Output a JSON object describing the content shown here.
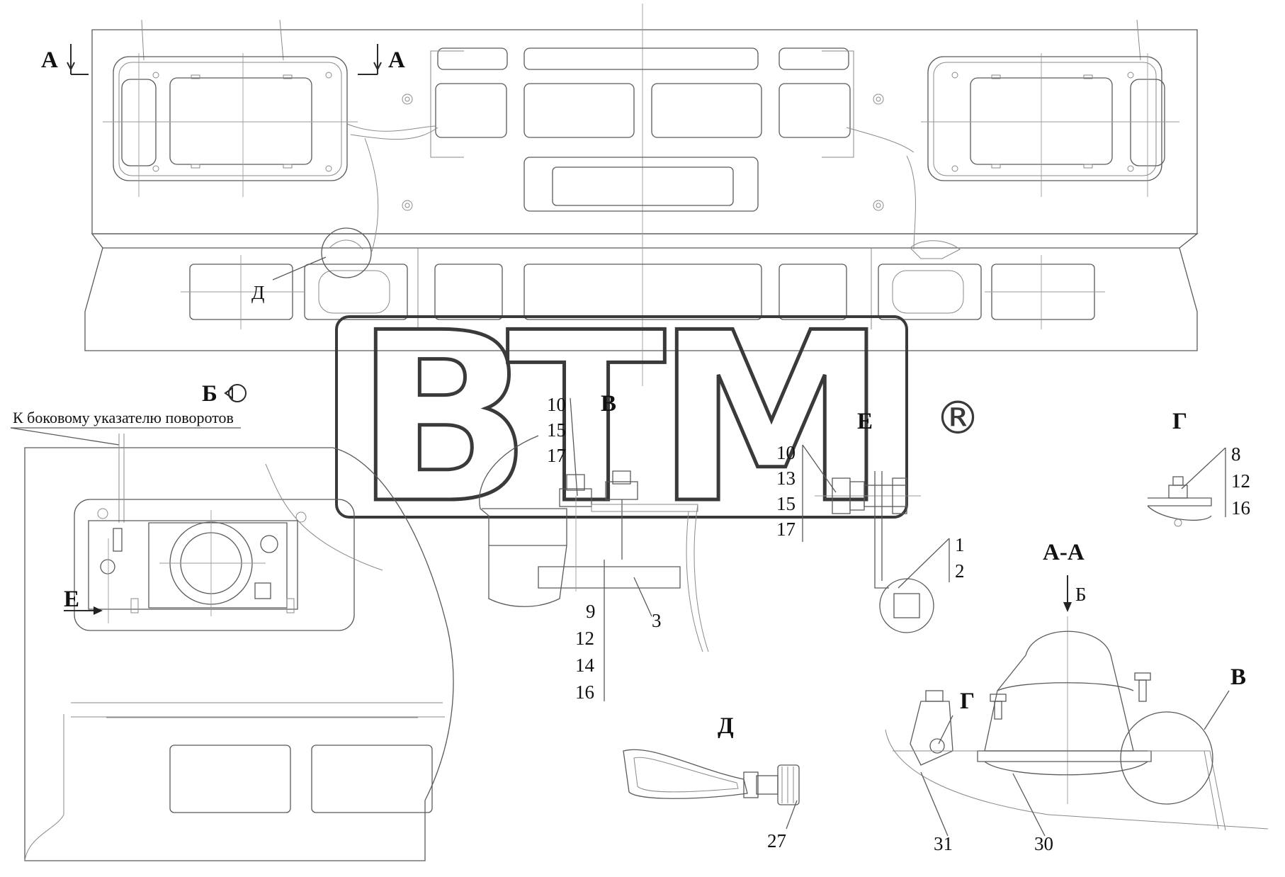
{
  "views": {
    "section_a_left": "А",
    "section_a_right": "А",
    "view_b": "Б",
    "detail_v": "В",
    "detail_e": "Е",
    "detail_g": "Г",
    "detail_d": "Д",
    "section_aa_title": "А-А",
    "aa_arrow_b": "Б",
    "aa_detail_g": "Г",
    "aa_detail_v": "В",
    "arrow_e": "Е",
    "callout_d": "Д"
  },
  "notes": {
    "side_turn": "К боковому указателю поворотов"
  },
  "callouts": {
    "v_top": [
      "10",
      "15",
      "17"
    ],
    "v_bottom": [
      "9",
      "12",
      "14",
      "16"
    ],
    "v_part": "3",
    "e_stack": [
      "10",
      "13",
      "15",
      "17"
    ],
    "e_right": [
      "1",
      "2"
    ],
    "g_stack": [
      "8",
      "12",
      "16"
    ],
    "d_part": "27",
    "aa_parts": [
      "31",
      "30"
    ]
  },
  "watermark": {
    "letters": [
      "B",
      "T",
      "M"
    ],
    "mark": "®"
  }
}
